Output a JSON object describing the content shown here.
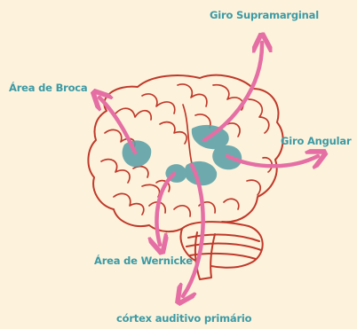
{
  "labels": {
    "supramarginal": "Giro Supramarginal",
    "broca": "Área de Broca",
    "angular": "Giro Angular",
    "wernicke": "Área de Wernicke",
    "auditory_cortex": "córtex auditivo primário"
  },
  "colors": {
    "background": "#fdf3dc",
    "brain_outline": "#c0392b",
    "brain_fill": "#fdf3dc",
    "area_fill": "#5fa3a8",
    "arrow": "#e56fa4",
    "label_text": "#3c9aa5"
  }
}
